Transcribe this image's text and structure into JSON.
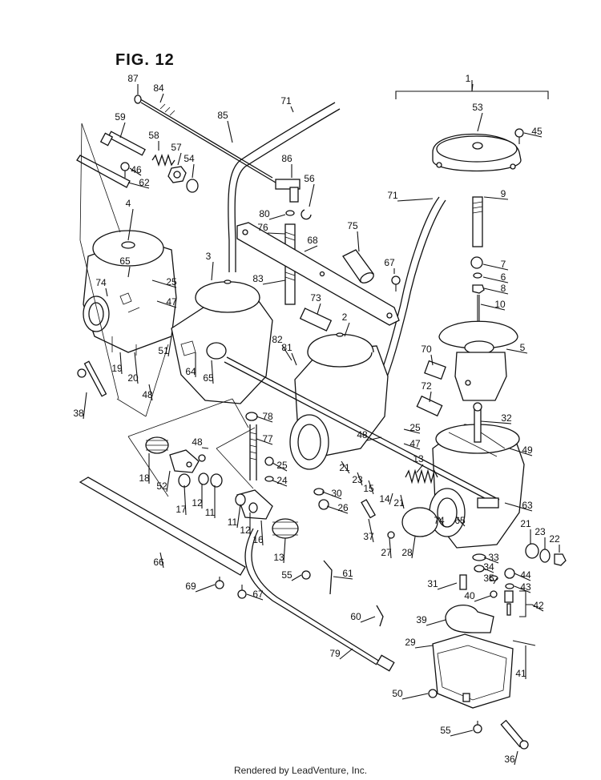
{
  "figure": {
    "title": "FIG. 12"
  },
  "footer": {
    "credit": "Rendered by LeadVenture, Inc."
  },
  "callouts": [
    {
      "id": "c1",
      "num": "1"
    },
    {
      "id": "c87",
      "num": "87"
    },
    {
      "id": "c84",
      "num": "84"
    },
    {
      "id": "c71a",
      "num": "71"
    },
    {
      "id": "c85",
      "num": "85"
    },
    {
      "id": "c59",
      "num": "59"
    },
    {
      "id": "c58",
      "num": "58"
    },
    {
      "id": "c57",
      "num": "57"
    },
    {
      "id": "c54",
      "num": "54"
    },
    {
      "id": "c46",
      "num": "46"
    },
    {
      "id": "c62",
      "num": "62"
    },
    {
      "id": "c86",
      "num": "86"
    },
    {
      "id": "c56",
      "num": "56"
    },
    {
      "id": "c80",
      "num": "80"
    },
    {
      "id": "c76",
      "num": "76"
    },
    {
      "id": "c75",
      "num": "75"
    },
    {
      "id": "c68",
      "num": "68"
    },
    {
      "id": "c4",
      "num": "4"
    },
    {
      "id": "c53",
      "num": "53"
    },
    {
      "id": "c45",
      "num": "45"
    },
    {
      "id": "c71b",
      "num": "71"
    },
    {
      "id": "c9",
      "num": "9"
    },
    {
      "id": "c67a",
      "num": "67"
    },
    {
      "id": "c7",
      "num": "7"
    },
    {
      "id": "c6",
      "num": "6"
    },
    {
      "id": "c8",
      "num": "8"
    },
    {
      "id": "c10",
      "num": "10"
    },
    {
      "id": "c3",
      "num": "3"
    },
    {
      "id": "c65a",
      "num": "65"
    },
    {
      "id": "c74a",
      "num": "74"
    },
    {
      "id": "c25a",
      "num": "25"
    },
    {
      "id": "c47a",
      "num": "47"
    },
    {
      "id": "c83",
      "num": "83"
    },
    {
      "id": "c73",
      "num": "73"
    },
    {
      "id": "c2",
      "num": "2"
    },
    {
      "id": "c82",
      "num": "82"
    },
    {
      "id": "c81",
      "num": "81"
    },
    {
      "id": "c70",
      "num": "70"
    },
    {
      "id": "c5",
      "num": "5"
    },
    {
      "id": "c19",
      "num": "19"
    },
    {
      "id": "c20",
      "num": "20"
    },
    {
      "id": "c51",
      "num": "51"
    },
    {
      "id": "c64",
      "num": "64"
    },
    {
      "id": "c65b",
      "num": "65"
    },
    {
      "id": "c48a",
      "num": "48"
    },
    {
      "id": "c72",
      "num": "72"
    },
    {
      "id": "c38",
      "num": "38"
    },
    {
      "id": "c78",
      "num": "78"
    },
    {
      "id": "c32",
      "num": "32"
    },
    {
      "id": "c48b",
      "num": "48"
    },
    {
      "id": "c77",
      "num": "77"
    },
    {
      "id": "c48c",
      "num": "48"
    },
    {
      "id": "c25b",
      "num": "25"
    },
    {
      "id": "c47b",
      "num": "47"
    },
    {
      "id": "c49",
      "num": "49"
    },
    {
      "id": "c13a",
      "num": "13"
    },
    {
      "id": "c21a",
      "num": "21"
    },
    {
      "id": "c23a",
      "num": "23"
    },
    {
      "id": "c18",
      "num": "18"
    },
    {
      "id": "c52",
      "num": "52"
    },
    {
      "id": "c25c",
      "num": "25"
    },
    {
      "id": "c24",
      "num": "24"
    },
    {
      "id": "c15",
      "num": "15"
    },
    {
      "id": "c17",
      "num": "17"
    },
    {
      "id": "c12a",
      "num": "12"
    },
    {
      "id": "c11a",
      "num": "11"
    },
    {
      "id": "c30",
      "num": "30"
    },
    {
      "id": "c14",
      "num": "14"
    },
    {
      "id": "c21b",
      "num": "21"
    },
    {
      "id": "c63",
      "num": "63"
    },
    {
      "id": "c11b",
      "num": "11"
    },
    {
      "id": "c12b",
      "num": "12"
    },
    {
      "id": "c16",
      "num": "16"
    },
    {
      "id": "c26",
      "num": "26"
    },
    {
      "id": "c74b",
      "num": "74"
    },
    {
      "id": "c65c",
      "num": "65"
    },
    {
      "id": "c21c",
      "num": "21"
    },
    {
      "id": "c23b",
      "num": "23"
    },
    {
      "id": "c22",
      "num": "22"
    },
    {
      "id": "c37",
      "num": "37"
    },
    {
      "id": "c27",
      "num": "27"
    },
    {
      "id": "c28",
      "num": "28"
    },
    {
      "id": "c13b",
      "num": "13"
    },
    {
      "id": "c66",
      "num": "66"
    },
    {
      "id": "c33",
      "num": "33"
    },
    {
      "id": "c55a",
      "num": "55"
    },
    {
      "id": "c61",
      "num": "61"
    },
    {
      "id": "c34",
      "num": "34"
    },
    {
      "id": "c44",
      "num": "44"
    },
    {
      "id": "c31",
      "num": "31"
    },
    {
      "id": "c35",
      "num": "35"
    },
    {
      "id": "c69",
      "num": "69"
    },
    {
      "id": "c67b",
      "num": "67"
    },
    {
      "id": "c40",
      "num": "40"
    },
    {
      "id": "c43",
      "num": "43"
    },
    {
      "id": "c42",
      "num": "42"
    },
    {
      "id": "c60",
      "num": "60"
    },
    {
      "id": "c39",
      "num": "39"
    },
    {
      "id": "c29",
      "num": "29"
    },
    {
      "id": "c79",
      "num": "79"
    },
    {
      "id": "c41",
      "num": "41"
    },
    {
      "id": "c50",
      "num": "50"
    },
    {
      "id": "c55b",
      "num": "55"
    },
    {
      "id": "c36",
      "num": "36"
    }
  ]
}
